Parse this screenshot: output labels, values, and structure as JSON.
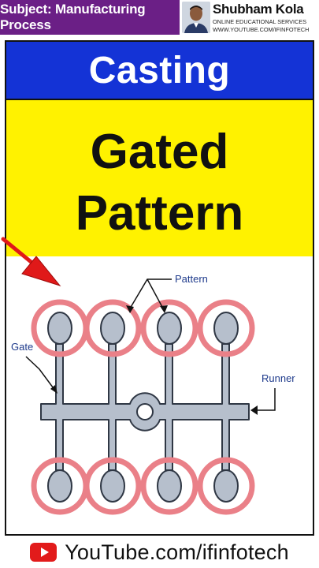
{
  "header": {
    "subject": "Subject: Manufacturing Process",
    "author_name": "Shubham Kola",
    "author_line1": "ONLINE EDUCATIONAL SERVICES",
    "author_line2": "WWW.YOUTUBE.COM/IFINFOTECH"
  },
  "banner": {
    "topic": "Casting"
  },
  "title": {
    "line1": "Gated",
    "line2": "Pattern"
  },
  "diagram": {
    "labels": {
      "pattern": "Pattern",
      "gate": "Gate",
      "runner": "Runner"
    },
    "colors": {
      "pattern_fill": "#b6bfcc",
      "pattern_outline": "#2f3744",
      "highlight_ring": "#ea8088",
      "arrow_red": "#e01919"
    },
    "pattern_count_top": 4,
    "pattern_count_bottom": 4
  },
  "footer": {
    "channel_text": "YouTube.com/ifinfotech",
    "icon": "youtube-play-icon"
  }
}
